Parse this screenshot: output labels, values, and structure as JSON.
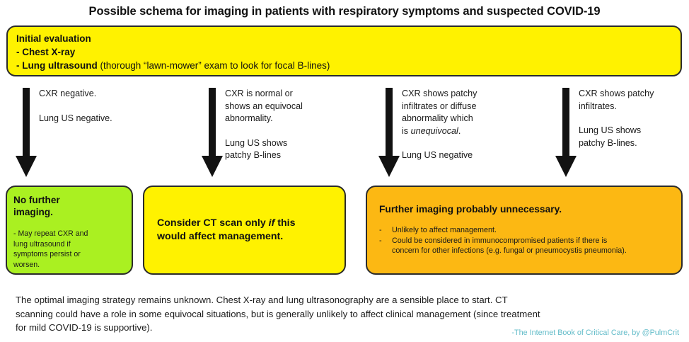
{
  "title": "Possible schema for imaging in patients with respiratory symptoms and suspected COVID-19",
  "initial_evaluation": {
    "heading": "Initial evaluation",
    "item1_label": "- Chest X-ray",
    "item2_label": "- Lung ultrasound",
    "item2_note": " (thorough “lawn-mower” exam to look for focal B-lines)"
  },
  "branches": [
    {
      "icon": "down-arrow-icon",
      "finding_cxr": "CXR negative.",
      "finding_us": "Lung US negative."
    },
    {
      "icon": "down-arrow-icon",
      "finding_cxr_line1": "CXR is normal or",
      "finding_cxr_line2": "shows an equivocal",
      "finding_cxr_line3": "abnormality.",
      "finding_us_line1": "Lung US shows",
      "finding_us_line2": "patchy B-lines"
    },
    {
      "icon": "down-arrow-icon",
      "finding_cxr_line1": "CXR shows patchy",
      "finding_cxr_line2": "infiltrates or diffuse",
      "finding_cxr_line3": "abnormality which",
      "finding_cxr_line4_prefix": "is ",
      "finding_cxr_line4_italic": "unequivocal",
      "finding_cxr_line4_suffix": ".",
      "finding_us": "Lung US negative"
    },
    {
      "icon": "down-arrow-icon",
      "finding_cxr_line1": "CXR shows patchy",
      "finding_cxr_line2": "infiltrates.",
      "finding_us_line1": "Lung US shows",
      "finding_us_line2": "patchy B-lines."
    }
  ],
  "outcomes": {
    "green": {
      "color": "#aaf021",
      "heading_line1": "No further",
      "heading_line2": "imaging.",
      "body_line1": "- May repeat CXR and",
      "body_line2": "lung ultrasound if",
      "body_line3": "symptoms persist or",
      "body_line4": "worsen."
    },
    "yellow": {
      "color": "#fff200",
      "heading_line1_prefix": "Consider CT scan only ",
      "heading_line1_italic": "if",
      "heading_line1_suffix": " this",
      "heading_line2": "would affect management."
    },
    "orange": {
      "color": "#fcb813",
      "heading": "Further imaging probably unnecessary.",
      "bullet_dash": "-",
      "bullet1": "Unlikely to affect management.",
      "bullet2_line1": "Could be considered in immunocompromised patients if there is",
      "bullet2_line2": "concern for other infections (e.g. fungal or pneumocystis pneumonia)."
    }
  },
  "footer": {
    "line1": "The optimal imaging strategy remains unknown.  Chest X-ray and lung ultrasonography are a sensible place to start.  CT",
    "line2": "scanning could have a role in some equivocal situations, but is generally unlikely to affect clinical management (since treatment",
    "line3": "for mild COVID-19 is supportive).",
    "credit": "-The Internet Book of Critical Care, by @PulmCrit",
    "credit_color": "#63bcc9"
  }
}
